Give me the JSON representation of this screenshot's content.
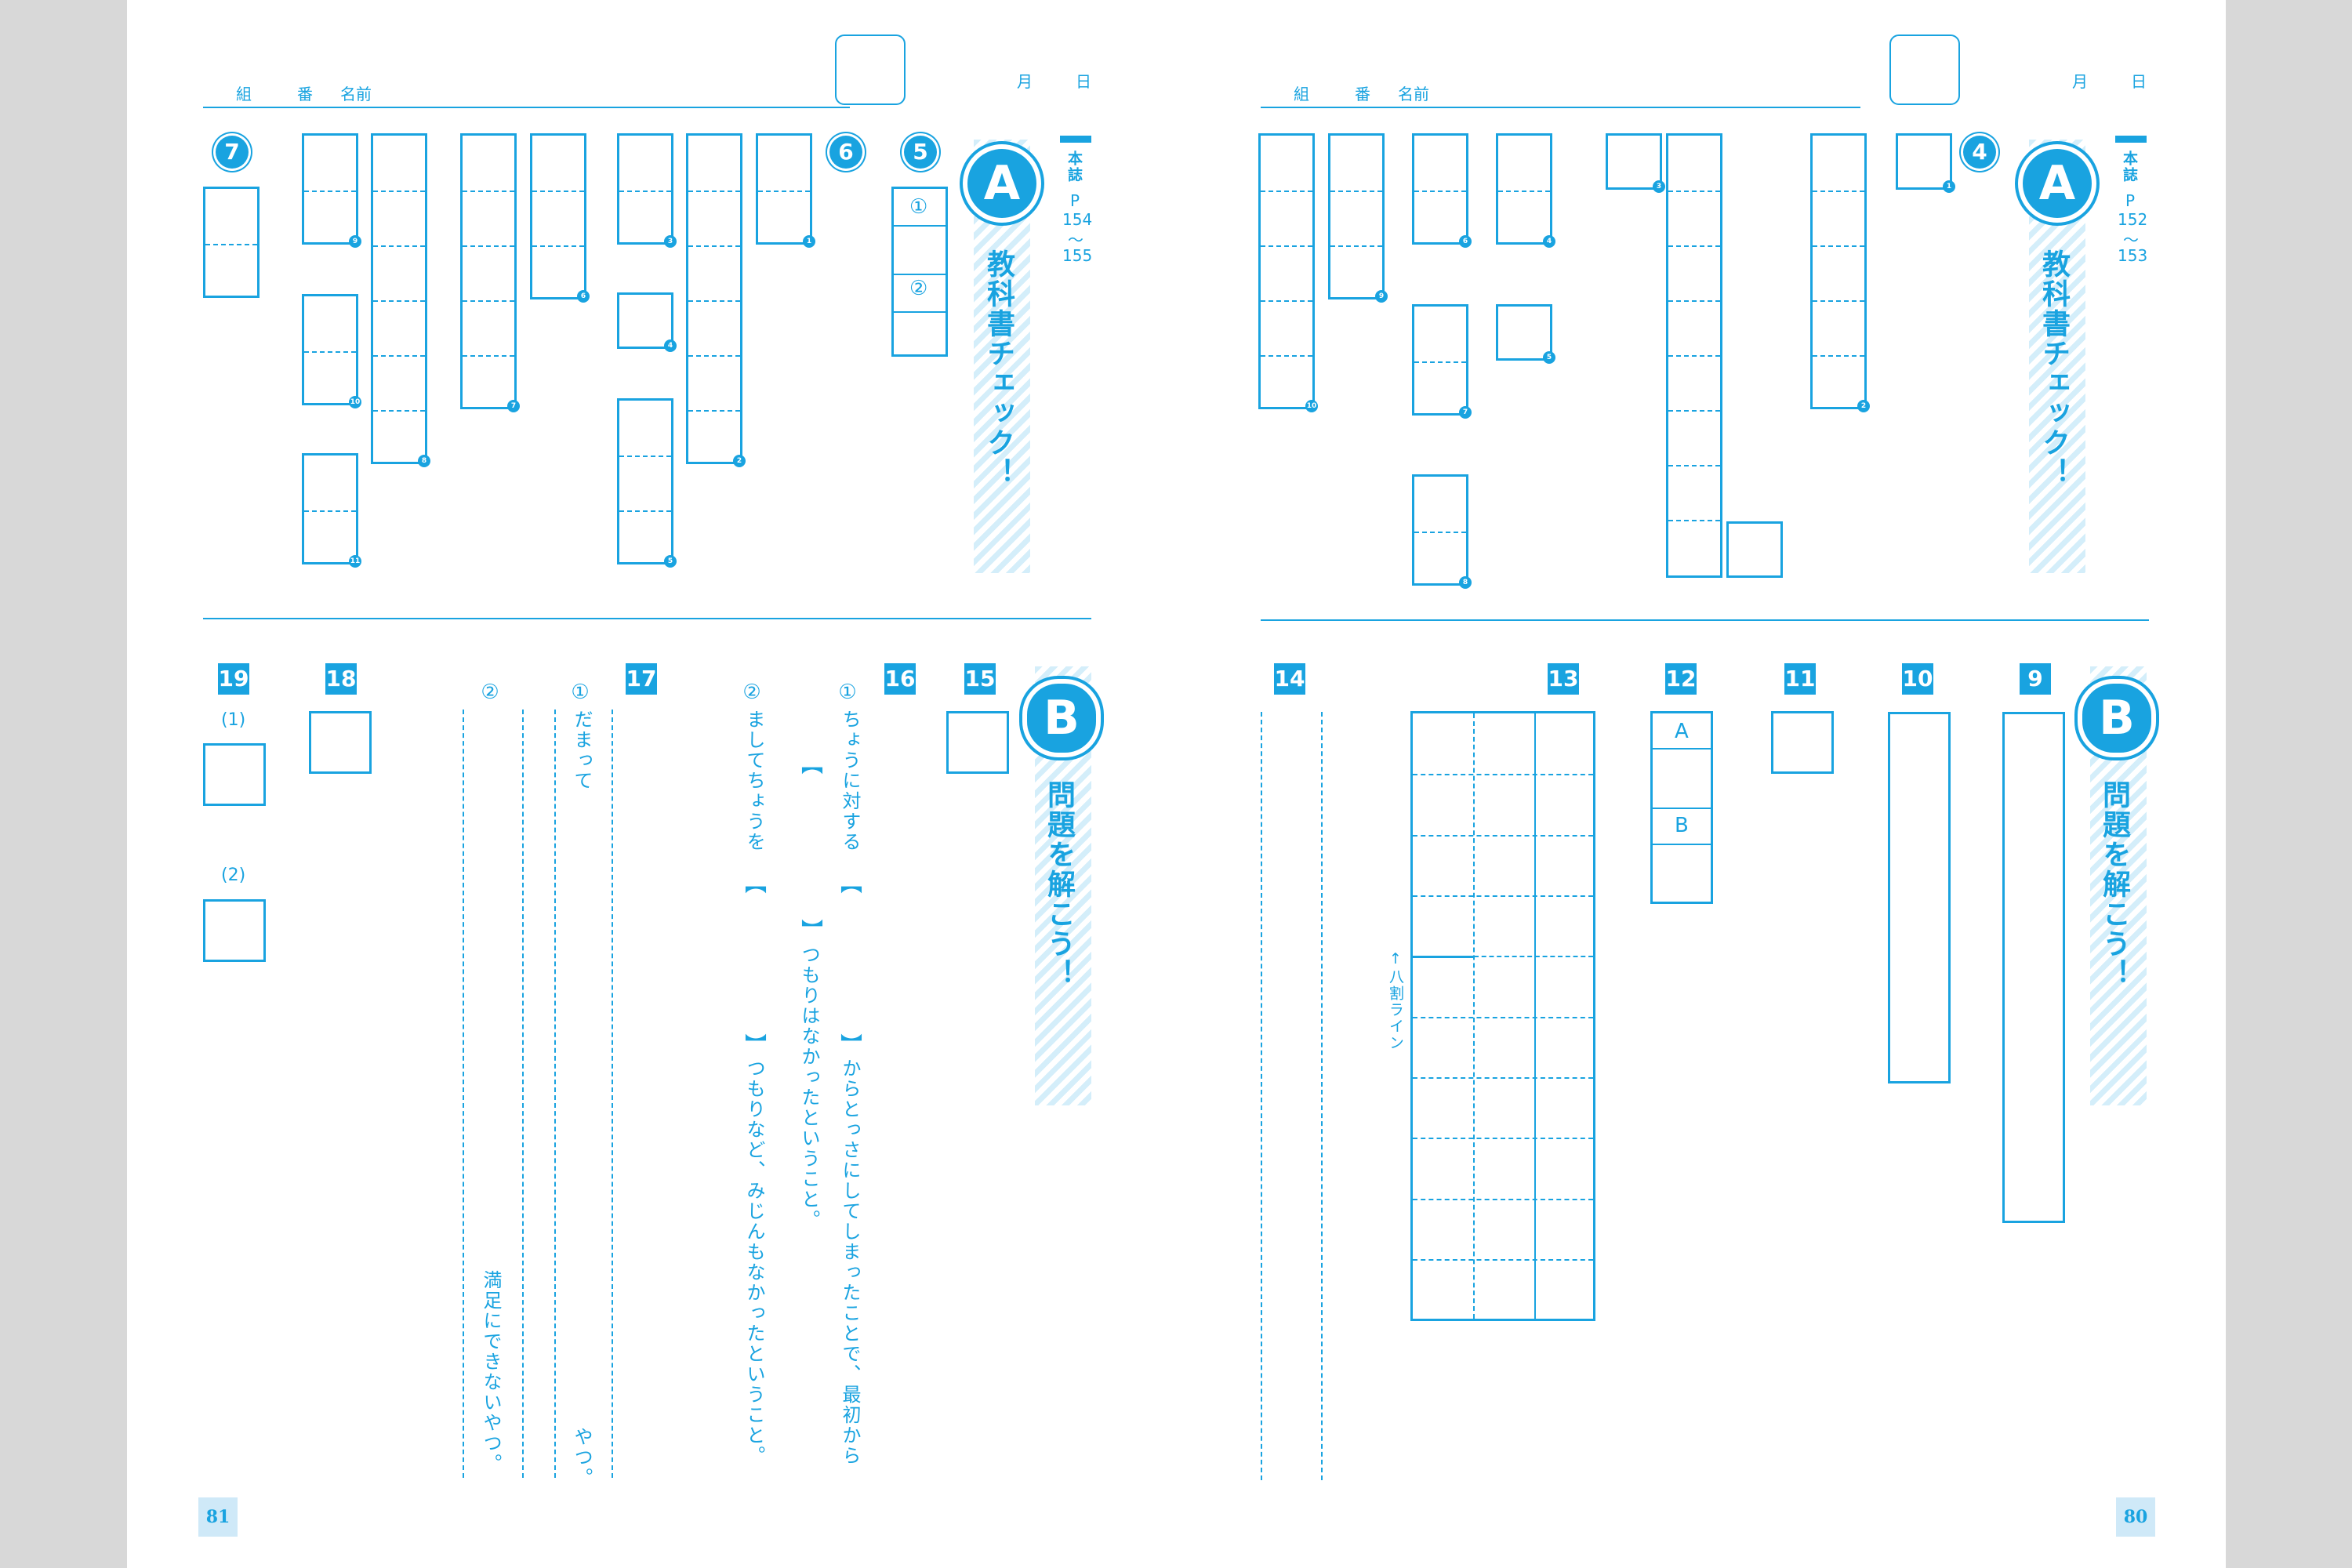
{
  "left": {
    "header": {
      "class": "組",
      "number": "番",
      "name": "名前",
      "month": "月",
      "day": "日"
    },
    "sectionA": {
      "badge": "A",
      "title": "教科書チェック！",
      "ref_label": "本誌",
      "ref_p": "P",
      "ref_from": "154",
      "ref_tilde": "〜",
      "ref_to": "155"
    },
    "sectionB": {
      "badge": "B",
      "title": "問題を解こう！"
    },
    "qnums": {
      "q5": "5",
      "q6": "6",
      "q7": "7",
      "q15": "15",
      "q16": "16",
      "q17": "17",
      "q18": "18",
      "q19": "19"
    },
    "q5_parts": [
      "①",
      "②"
    ],
    "q6_tabs": [
      "1",
      "2",
      "3",
      "4",
      "5",
      "6",
      "7",
      "8",
      "9",
      "10",
      "11"
    ],
    "q16": {
      "p1_num": "①",
      "p1_pre": "ちょうに対する",
      "p1_mid": "からとっさにしてしまったことで、最初から",
      "p1_post": "つもりはなかったということ。",
      "p2_num": "②",
      "p2_pre": "ましてちょうを",
      "p2_post": "つもりなど、みじんもなかったということ。"
    },
    "q17": {
      "p1_num": "①",
      "p1_text": "だまって",
      "p1_end": "やつ。",
      "p2_num": "②",
      "p2_end": "満足にできないやつ。"
    },
    "q19_parts": [
      "(1)",
      "(2)"
    ],
    "page_number": "81"
  },
  "right": {
    "header": {
      "class": "組",
      "number": "番",
      "name": "名前",
      "month": "月",
      "day": "日"
    },
    "sectionA": {
      "badge": "A",
      "title": "教科書チェック！",
      "ref_label": "本誌",
      "ref_p": "P",
      "ref_from": "152",
      "ref_tilde": "〜",
      "ref_to": "153"
    },
    "sectionB": {
      "badge": "B",
      "title": "問題を解こう！"
    },
    "qnums": {
      "q4": "4",
      "q9": "9",
      "q10": "10",
      "q11": "11",
      "q12": "12",
      "q13": "13",
      "q14": "14"
    },
    "q4_tabs": [
      "1",
      "2",
      "3",
      "4",
      "5",
      "6",
      "7",
      "8",
      "9",
      "10"
    ],
    "q12_parts": [
      "A",
      "B"
    ],
    "q13_note": "↑八割ライン",
    "page_number": "80"
  }
}
